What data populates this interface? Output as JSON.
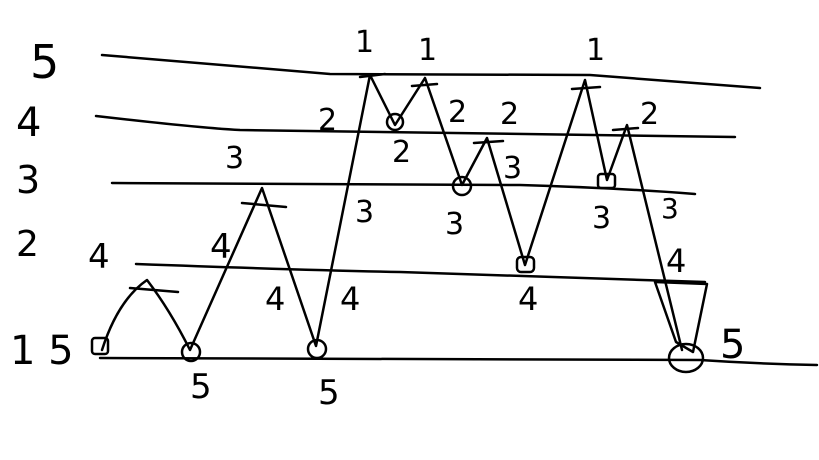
{
  "ink_color": "#000000",
  "background": "#ffffff",
  "level_labels": {
    "l5": "5",
    "l4": "4",
    "l3": "3",
    "l2": "2",
    "l1": "1 5"
  },
  "annotations": {
    "a1": "1",
    "a2": "1",
    "a3": "1",
    "b1": "2",
    "b2": "2",
    "b3": "2",
    "b4": "2",
    "b5": "2",
    "c1": "3",
    "c2": "3",
    "c3": "3",
    "c4": "3",
    "c5": "3",
    "c6": "3",
    "d1": "4",
    "d2": "4",
    "d3": "4",
    "d4": "4",
    "d5": "4",
    "d6": "4",
    "e1": "5",
    "e2": "5",
    "e3": "5"
  }
}
